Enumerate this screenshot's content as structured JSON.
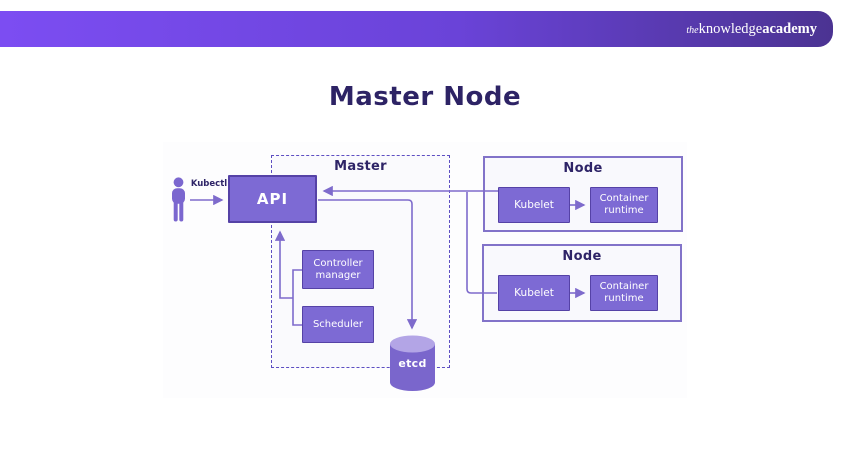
{
  "header": {
    "logo_the": "the",
    "logo_knowledge": "knowledge",
    "logo_academy": "academy"
  },
  "title": "Master Node",
  "diagram": {
    "kubectl_label": "Kubectl",
    "master": {
      "label": "Master",
      "api": "API",
      "controller_manager": "Controller manager",
      "scheduler": "Scheduler",
      "etcd": "etcd"
    },
    "nodes": [
      {
        "label": "Node",
        "kubelet": "Kubelet",
        "container_runtime": "Container runtime"
      },
      {
        "label": "Node",
        "kubelet": "Kubelet",
        "container_runtime": "Container runtime"
      }
    ],
    "icons": [
      "person-icon",
      "arrow-icon",
      "cylinder-icon"
    ]
  },
  "colors": {
    "header_gradient_start": "#7C4DF2",
    "header_gradient_end": "#4B3392",
    "title_text": "#2D2365",
    "label_text": "#2E2467",
    "box_fill": "#7D6AD4",
    "box_border": "#5542A6",
    "node_border": "#8273C9",
    "node_bg": "#F9F9FD",
    "dashed_border": "#5D4EC2",
    "line": "#7E6BCC",
    "cylinder_body": "#7A66CC",
    "cylinder_top": "#B3A5E6"
  }
}
